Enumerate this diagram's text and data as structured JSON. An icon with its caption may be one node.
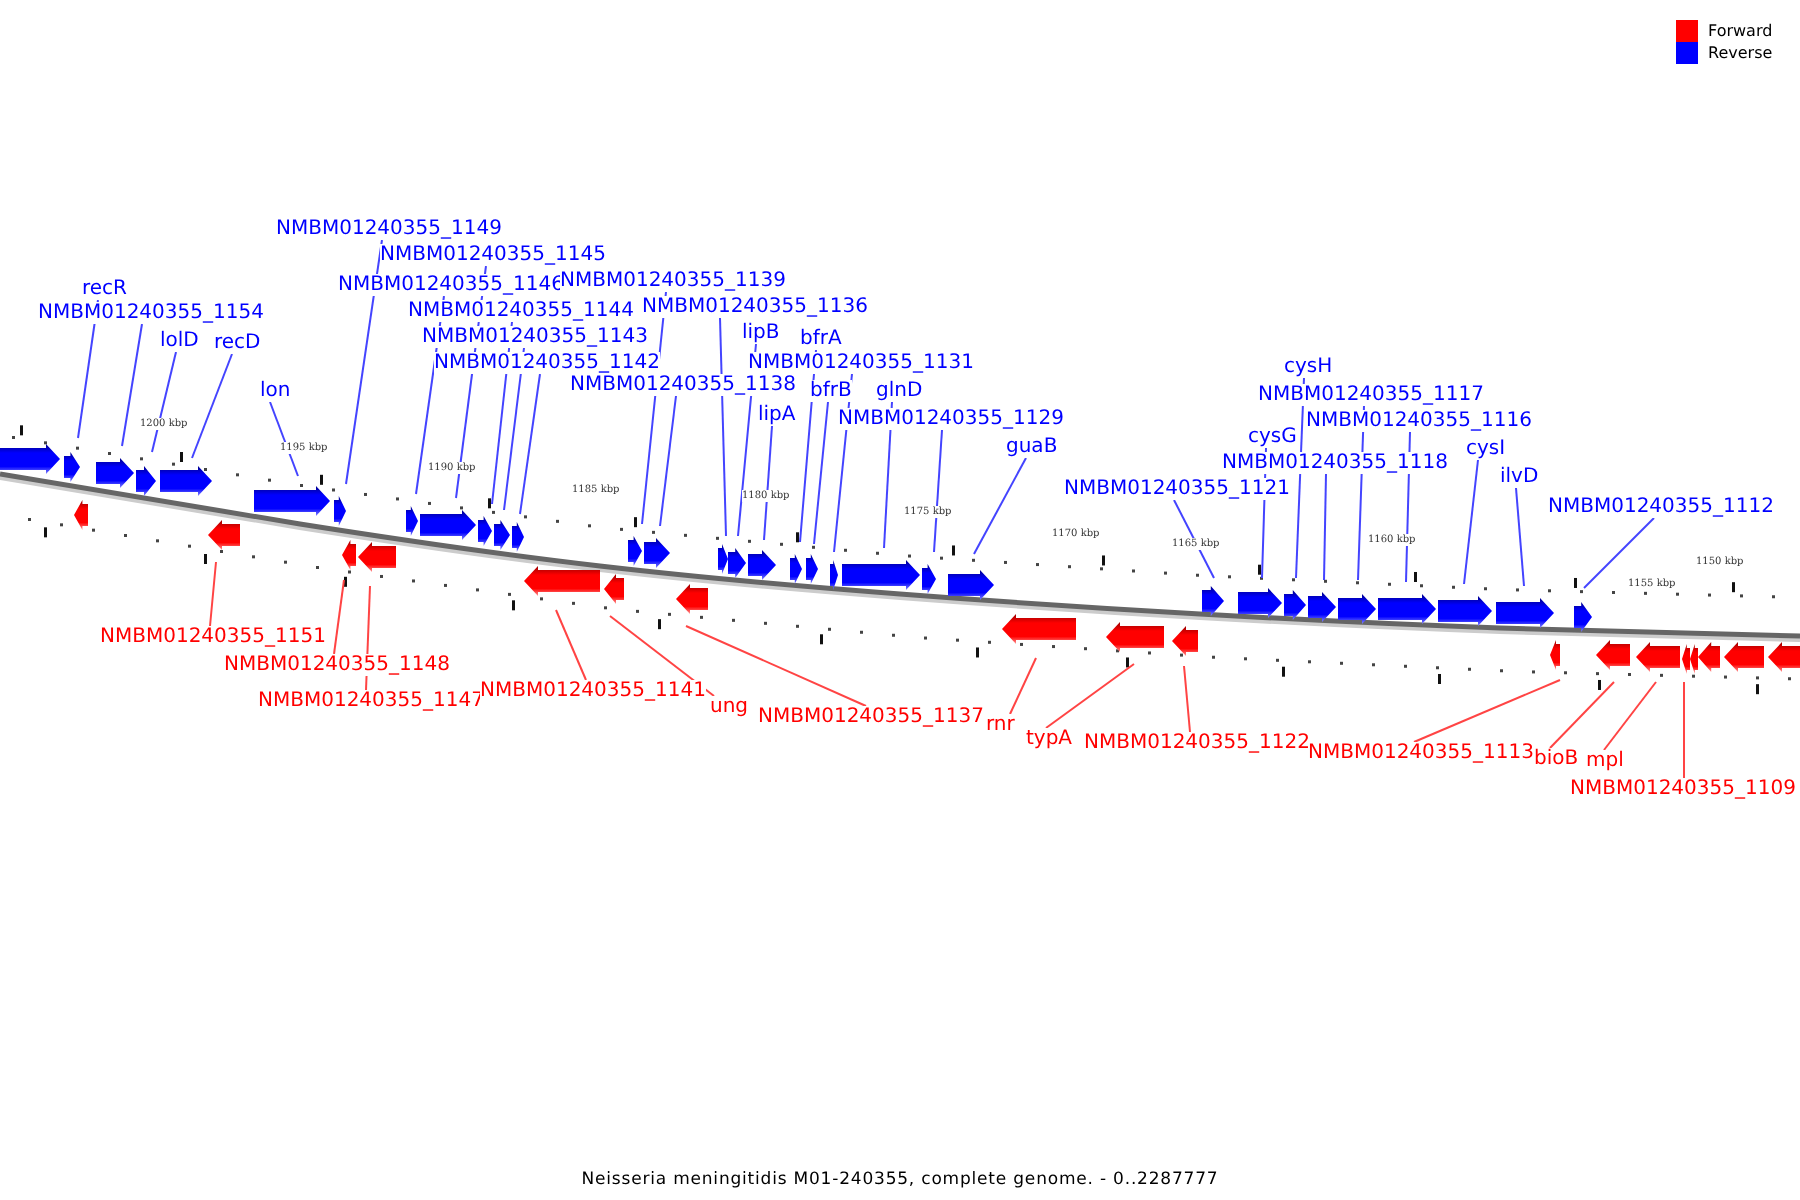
{
  "diagram": {
    "caption": "Neisseria meningitidis M01-240355, complete genome. - 0..2287777",
    "nodes": [
      {
        "text": [
          "recR"
        ]
      },
      {
        "text": [
          "NMBM01240355_1154"
        ]
      },
      {
        "text": [
          "lolD"
        ]
      },
      {
        "text": [
          "recD"
        ]
      },
      {
        "text": [
          "lon"
        ]
      },
      {
        "text": [
          "NMBM01240355_1149"
        ]
      },
      {
        "text": [
          "NMBM01240355_1145"
        ]
      },
      {
        "text": [
          "NMBM01240355_1146"
        ]
      },
      {
        "text": [
          "NMBM01240355_1144"
        ]
      },
      {
        "text": [
          "NMBM01240355_1143"
        ]
      },
      {
        "text": [
          "NMBM01240355_1142"
        ]
      },
      {
        "text": [
          "NMBM01240355_1139"
        ]
      },
      {
        "text": [
          "NMBM01240355_1136"
        ]
      },
      {
        "text": [
          "NMBM01240355_1138"
        ]
      },
      {
        "text": [
          "lipB"
        ]
      },
      {
        "text": [
          "lipA"
        ]
      },
      {
        "text": [
          "bfrA"
        ]
      },
      {
        "text": [
          "NMBM01240355_1131"
        ]
      },
      {
        "text": [
          "bfrB"
        ]
      },
      {
        "text": [
          "glnD"
        ]
      },
      {
        "text": [
          "NMBM01240355_1129"
        ]
      },
      {
        "text": [
          "guaB"
        ]
      },
      {
        "text": [
          "NMBM01240355_1121"
        ]
      },
      {
        "text": [
          "cysG"
        ]
      },
      {
        "text": [
          "cysH"
        ]
      },
      {
        "text": [
          "NMBM01240355_1117"
        ]
      },
      {
        "text": [
          "NMBM01240355_1118"
        ]
      },
      {
        "text": [
          "NMBM01240355_1116"
        ]
      },
      {
        "text": [
          "cysI"
        ]
      },
      {
        "text": [
          "ilvD"
        ]
      },
      {
        "text": [
          "NMBM01240355_1112"
        ]
      },
      {
        "text": [
          "NMBM01240355_1151"
        ]
      },
      {
        "text": [
          "NMBM01240355_1148"
        ]
      },
      {
        "text": [
          "NMBM01240355_1147"
        ]
      },
      {
        "text": [
          "NMBM01240355_1141"
        ]
      },
      {
        "text": [
          "ung"
        ]
      },
      {
        "text": [
          "NMBM01240355_1137"
        ]
      },
      {
        "text": [
          "rnr"
        ]
      },
      {
        "text": [
          "typA"
        ]
      },
      {
        "text": [
          "NMBM01240355_1122"
        ]
      },
      {
        "text": [
          "NMBM01240355_1113"
        ]
      },
      {
        "text": [
          "bioB"
        ]
      },
      {
        "text": [
          "mpl"
        ]
      },
      {
        "text": [
          "NMBM01240355_1109"
        ]
      }
    ],
    "edges": [
      {
        "from": 0,
        "to": null,
        "arrow": "none"
      },
      {
        "from": 1,
        "to": null,
        "arrow": "none"
      },
      {
        "from": 2,
        "to": null,
        "arrow": "none"
      },
      {
        "from": 3,
        "to": null,
        "arrow": "none"
      },
      {
        "from": 4,
        "to": null,
        "arrow": "none"
      },
      {
        "from": 5,
        "to": null,
        "arrow": "none"
      },
      {
        "from": 6,
        "to": null,
        "arrow": "none"
      },
      {
        "from": 7,
        "to": null,
        "arrow": "none"
      },
      {
        "from": 8,
        "to": null,
        "arrow": "none"
      },
      {
        "from": 9,
        "to": null,
        "arrow": "none"
      },
      {
        "from": 10,
        "to": null,
        "arrow": "none"
      },
      {
        "from": 11,
        "to": null,
        "arrow": "none"
      },
      {
        "from": 12,
        "to": null,
        "arrow": "none"
      },
      {
        "from": 13,
        "to": null,
        "arrow": "none"
      },
      {
        "from": 14,
        "to": null,
        "arrow": "none"
      },
      {
        "from": 15,
        "to": null,
        "arrow": "none"
      },
      {
        "from": 16,
        "to": null,
        "arrow": "none"
      },
      {
        "from": 17,
        "to": null,
        "arrow": "none"
      },
      {
        "from": 18,
        "to": null,
        "arrow": "none"
      },
      {
        "from": 19,
        "to": null,
        "arrow": "none"
      },
      {
        "from": 20,
        "to": null,
        "arrow": "none"
      },
      {
        "from": 21,
        "to": null,
        "arrow": "none"
      },
      {
        "from": 22,
        "to": null,
        "arrow": "none"
      },
      {
        "from": 23,
        "to": null,
        "arrow": "none"
      },
      {
        "from": 24,
        "to": null,
        "arrow": "none"
      },
      {
        "from": 25,
        "to": null,
        "arrow": "none"
      },
      {
        "from": 26,
        "to": null,
        "arrow": "none"
      },
      {
        "from": 27,
        "to": null,
        "arrow": "none"
      },
      {
        "from": 28,
        "to": null,
        "arrow": "none"
      },
      {
        "from": 29,
        "to": null,
        "arrow": "none"
      },
      {
        "from": 30,
        "to": null,
        "arrow": "none"
      },
      {
        "from": 31,
        "to": null,
        "arrow": "none",
        "color": "#ff4444"
      },
      {
        "from": 32,
        "to": null,
        "arrow": "none",
        "color": "#ff4444"
      },
      {
        "from": 33,
        "to": null,
        "arrow": "none",
        "color": "#ff4444"
      },
      {
        "from": 34,
        "to": null,
        "arrow": "none",
        "color": "#ff4444"
      },
      {
        "from": 35,
        "to": null,
        "arrow": "none",
        "color": "#ff4444"
      },
      {
        "from": 36,
        "to": null,
        "arrow": "none",
        "color": "#ff4444"
      },
      {
        "from": 37,
        "to": null,
        "arrow": "none",
        "color": "#ff4444"
      },
      {
        "from": 38,
        "to": null,
        "arrow": "none",
        "color": "#ff4444"
      },
      {
        "from": 39,
        "to": null,
        "arrow": "none",
        "color": "#ff4444"
      },
      {
        "from": 40,
        "to": null,
        "arrow": "none",
        "color": "#ff4444"
      },
      {
        "from": 41,
        "to": null,
        "arrow": "none",
        "color": "#ff4444"
      },
      {
        "from": 42,
        "to": null,
        "arrow": "none",
        "color": "#ff4444"
      },
      {
        "from": 43,
        "to": null,
        "arrow": "none",
        "color": "#ff4444"
      }
    ],
    "labels": [
      "1200 kbp",
      "1195 kbp",
      "1190 kbp",
      "1185 kbp",
      "1180 kbp",
      "1175 kbp",
      "1170 kbp",
      "1165 kbp",
      "1160 kbp",
      "1155 kbp",
      "1150 kbp"
    ],
    "legend": [
      {
        "text": "Forward",
        "color": "#ff0000"
      },
      {
        "text": "Reverse",
        "color": "#0000ff"
      }
    ]
  }
}
